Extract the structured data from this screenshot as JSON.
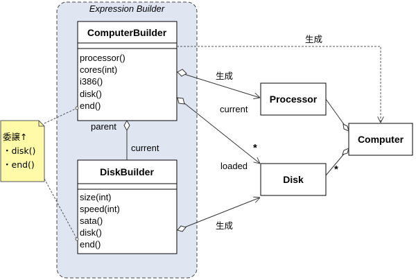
{
  "group": {
    "title": "Expression Builder"
  },
  "computer_builder": {
    "name": "ComputerBuilder",
    "methods": [
      "processor()",
      "cores(int)",
      "i386()",
      "disk()",
      "end()"
    ]
  },
  "disk_builder": {
    "name": "DiskBuilder",
    "methods": [
      "size(int)",
      "speed(int)",
      "sata()",
      "disk()",
      "end()"
    ]
  },
  "processor": {
    "name": "Processor"
  },
  "disk": {
    "name": "Disk"
  },
  "computer": {
    "name": "Computer"
  },
  "note": {
    "title": "委譲↑",
    "items": [
      "・disk()",
      "・end()"
    ]
  },
  "labels": {
    "generate_top": "生成",
    "generate_processor": "生成",
    "generate_disk": "生成",
    "current_processor": "current",
    "parent": "parent",
    "current_builder": "current",
    "loaded": "loaded",
    "mult_disk_builder": "*",
    "mult_disk_computer": "*"
  }
}
